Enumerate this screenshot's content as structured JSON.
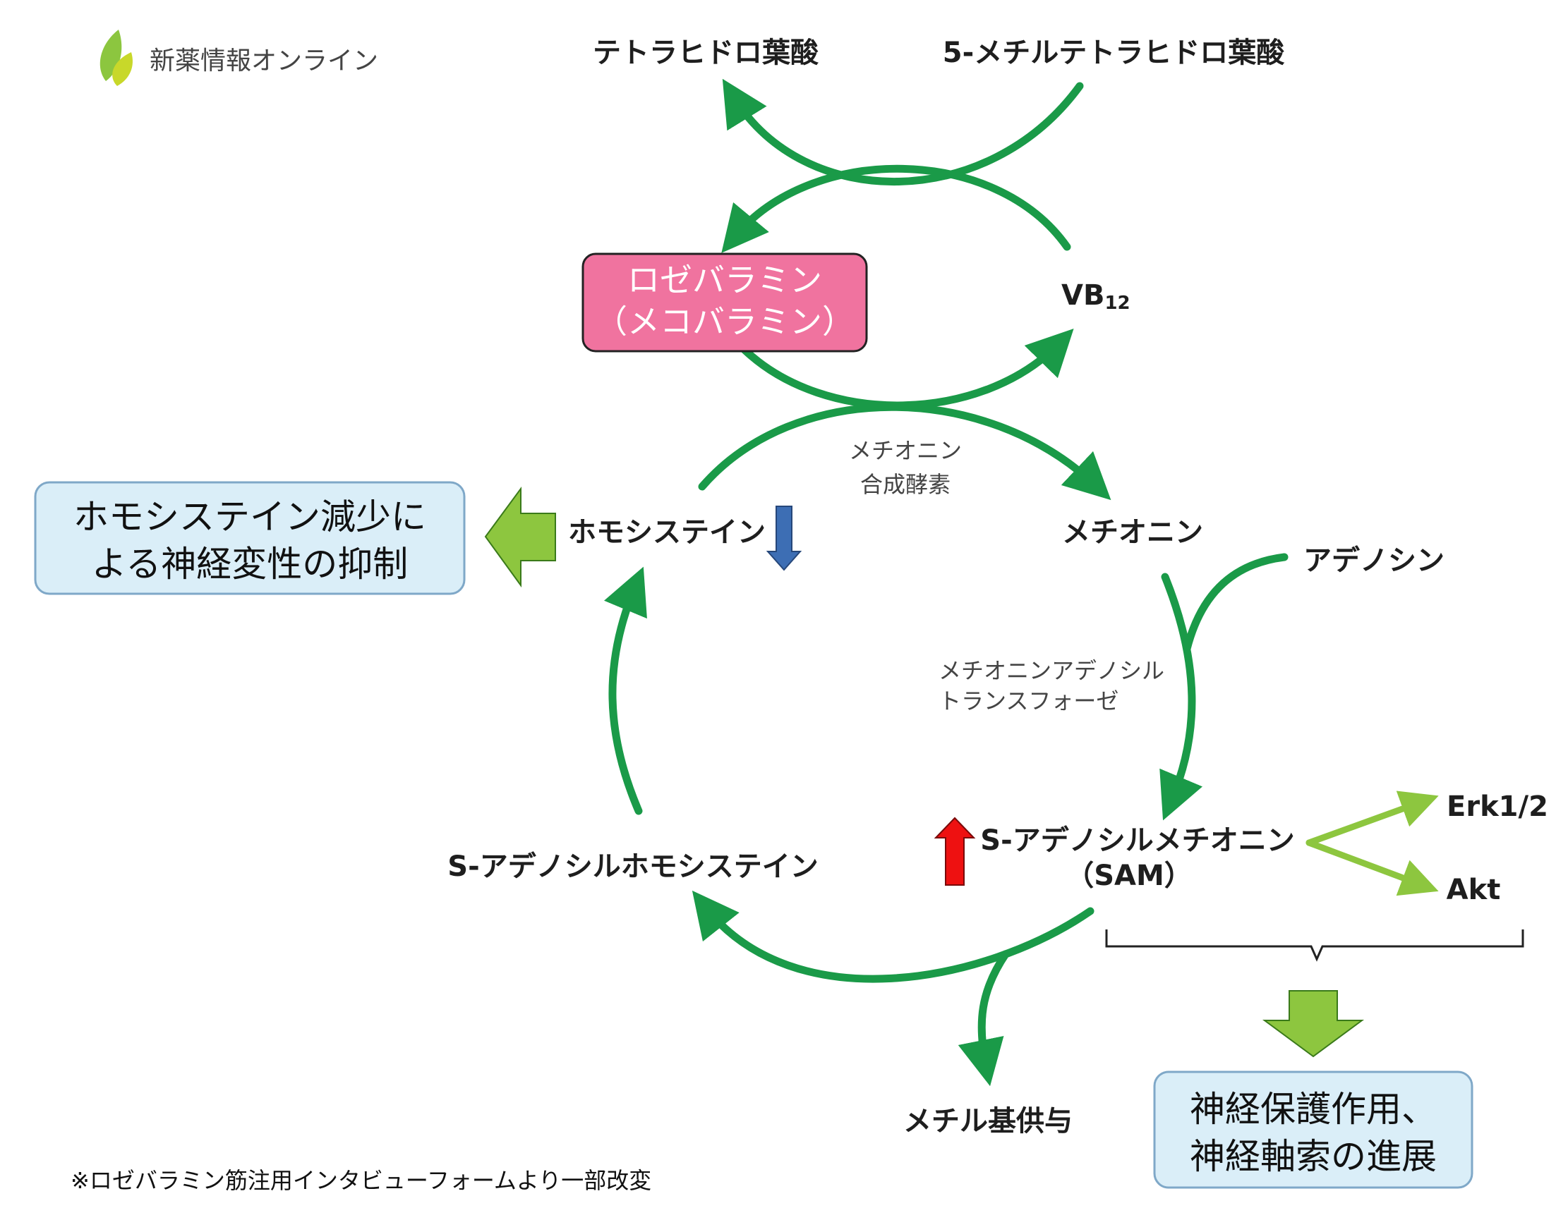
{
  "logo": {
    "text": "新薬情報オンライン",
    "icon": "leaf-icon",
    "colors": [
      "#8cc63f",
      "#c8d82a"
    ]
  },
  "nodes": {
    "thf": "テトラヒドロ葉酸",
    "mthf": "5-メチルテトラヒドロ葉酸",
    "vb12_main": "VB",
    "vb12_sub": "12",
    "methionine": "メチオニン",
    "adenosine": "アデノシン",
    "homocysteine": "ホモシステイン",
    "sam_line1": "S-アデノシルメチオニン",
    "sam_line2": "（SAM）",
    "sah": "S-アデノシルホモシステイン",
    "methyl_donation": "メチル基供与",
    "erk": "Erk1/2",
    "akt": "Akt"
  },
  "enzymes": {
    "methionine_synthase": [
      "メチオニン",
      "合成酵素"
    ],
    "mat": [
      "メチオニンアデノシル",
      "トランスフォーゼ"
    ]
  },
  "boxes": {
    "drug": [
      "ロゼバラミン",
      "（メコバラミン）"
    ],
    "effect_left": [
      "ホモシステイン減少に",
      "よる神経変性の抑制"
    ],
    "effect_bottom": [
      "神経保護作用、",
      "神経軸索の進展"
    ]
  },
  "footnote": "※ロゼバラミン筋注用インタビューフォームより一部改変",
  "colors": {
    "cycle_arrow": "#1a9a48",
    "light_arrow": "#8dc63f",
    "drug_box_fill": "#f0739f",
    "effect_box_fill": "#daeef8",
    "effect_box_border": "#7fa8c8",
    "down_arrow": "#3d6eb4",
    "up_arrow": "#ee1111"
  }
}
